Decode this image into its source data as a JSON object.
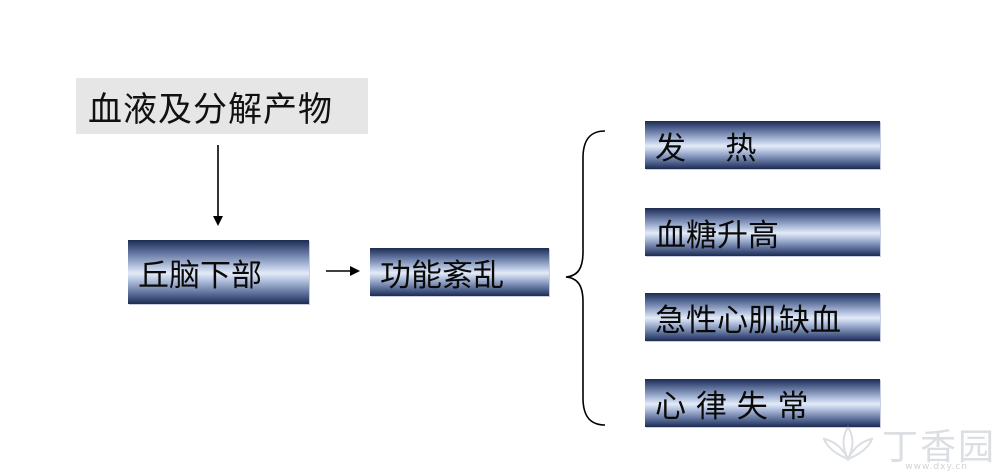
{
  "diagram": {
    "source": {
      "label": "血液及分解产物"
    },
    "hypothalamus": {
      "label": "丘脑下部"
    },
    "dysfunction": {
      "label": "功能紊乱"
    },
    "outcomes": [
      {
        "label": "发    热"
      },
      {
        "label": "血糖升高"
      },
      {
        "label": "急性心肌缺血"
      },
      {
        "label": "心 律 失 常"
      }
    ]
  },
  "watermark": {
    "text": "丁香园",
    "url": "www.dxy.cn"
  },
  "colors": {
    "box_dark": "#1c2b52",
    "box_light": "#e4ebf6",
    "source_bg": "#e6e6e6",
    "line": "#000000"
  }
}
